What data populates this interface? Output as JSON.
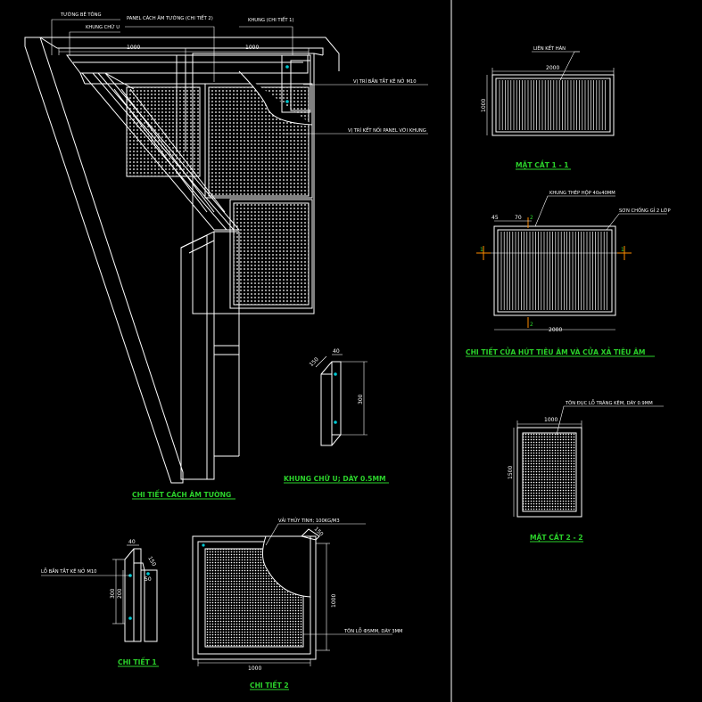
{
  "colors": {
    "background": "#000000",
    "lines": "#ffffff",
    "titles": "#2bd22b",
    "axis_marks": "#ff8c00",
    "points": "#00c8d2"
  },
  "main": {
    "label_tuong": "TƯỜNG BÊ TÔNG",
    "label_khung": "KHUNG CHỮ U",
    "label_panel": "PANEL CÁCH ÂM TƯỜNG (CHI TIẾT 2)",
    "label_khung_ct1": "KHUNG (CHI TIẾT 1)",
    "label_vitri_ban": "VỊ TRÍ BẮN TẮT KÊ NỞ M10",
    "label_vitri_ket": "VỊ TRÍ KẾT NỐI PANEL VỚI KHUNG",
    "dim_a": "1000",
    "dim_b": "1000",
    "title": "CHI TIẾT CÁCH ÂM TƯỜNG"
  },
  "khung_u": {
    "dim_top": "40",
    "dim_side": "150",
    "dim_height": "300",
    "title": "KHUNG CHỮ U; DÀY 0.5MM"
  },
  "ct1": {
    "label_lo": "LỖ BẮN TẮT KÊ NỞ M10",
    "dim_40": "40",
    "dim_150": "150",
    "dim_300": "300",
    "dim_200": "200",
    "dim_50": "50",
    "title": "CHI TIẾT 1"
  },
  "ct2": {
    "label_vai": "VẢI THỦY TINH; 100KG/M3",
    "dim_150": "150",
    "label_ton": "TÔN LỖ Ф5MM, DÀY 3MM",
    "dim_h": "1000",
    "dim_w": "1000",
    "title": "CHI TIẾT 2"
  },
  "mc11": {
    "label": "LIÊN KẾT HÀN",
    "dim_w": "2000",
    "dim_h": "1000",
    "title": "MẶT CẮT 1 - 1"
  },
  "cua": {
    "label_khung": "KHUNG THÉP HỘP 40x40MM",
    "label_son": "SƠN CHỐNG GỈ 2 LỚP",
    "dim_45": "45",
    "dim_70": "70",
    "mark_1_left": "1",
    "mark_1_right": "1",
    "mark_2_top": "2",
    "mark_2_bottom": "2",
    "dim_w": "2000",
    "title": "CHI TIẾT CỬA HÚT TIÊU ÂM VÀ CỬA XẢ TIÊU ÂM"
  },
  "mc22": {
    "label": "TÔN ĐỤC LỖ TRÁNG KẼM, DÀY 0.9MM",
    "dim_w": "1000",
    "dim_h": "1500",
    "title": "MẶT CẮT 2 - 2"
  }
}
